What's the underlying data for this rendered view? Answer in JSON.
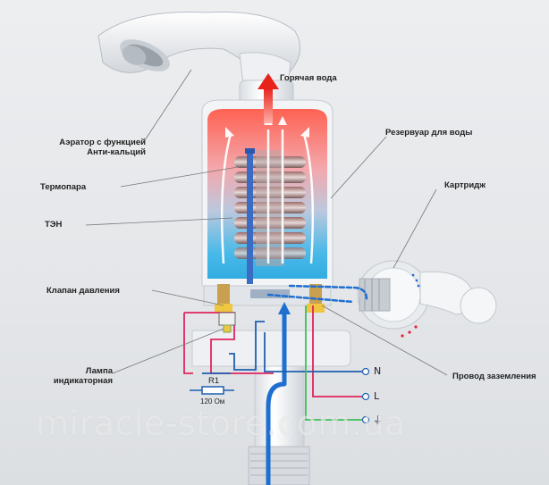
{
  "labels": {
    "hot_water": "Горячая вода",
    "aerator": [
      "Аэратор с функцией",
      "Анти-кальций"
    ],
    "reservoir": "Резервуар для воды",
    "thermocouple": "Термопара",
    "cartridge": "Картридж",
    "heating_element": "ТЭН",
    "pressure_valve": "Клапан давления",
    "indicator_lamp": [
      "Лампа",
      "индикаторная"
    ],
    "ground_wire": "Провод заземления",
    "resistor_name": "R1",
    "resistor_value": "120 Ом"
  },
  "terminals": {
    "neutral": "N",
    "live": "L",
    "ground_symbol": "⏚"
  },
  "watermark": "miracle-store.com.ua",
  "colors": {
    "hot": "#e8483e",
    "cold": "#2f8fd8",
    "wire_red": "#e0245e",
    "wire_blue": "#1e5fb0",
    "wire_green": "#3fbf5a",
    "ground_green": "#3fbf5a"
  }
}
